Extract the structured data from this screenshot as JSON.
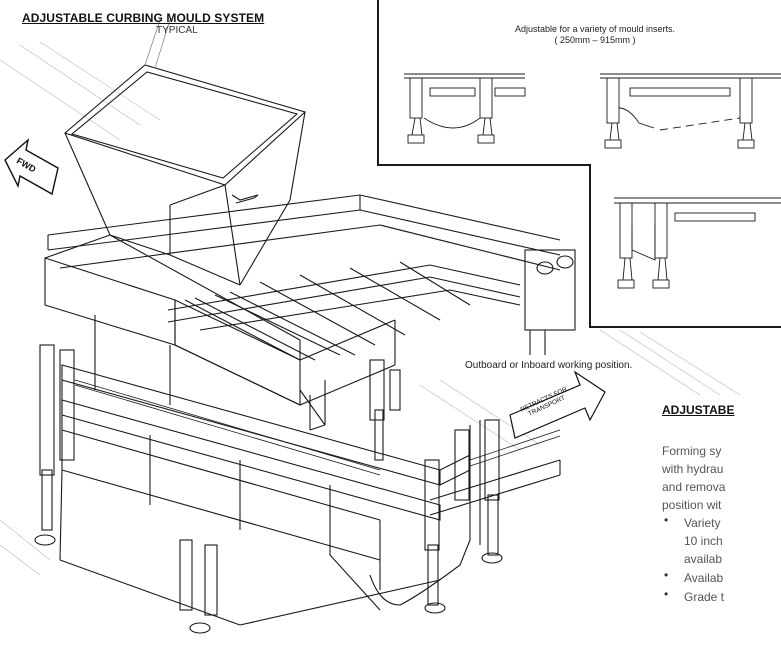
{
  "header": {
    "title": "ADJUSTABLE CURBING MOULD SYSTEM",
    "subtitle": "TYPICAL"
  },
  "labels": {
    "fwd": "FWD",
    "retracts_line1": "RETRACTS FOR",
    "retracts_line2": "TRANSPORT",
    "outboard": "Outboard or Inboard working position."
  },
  "inset": {
    "caption_line1": "Adjustable for a variety of mould inserts.",
    "caption_line2": "( 250mm – 915mm )"
  },
  "description": {
    "title": "ADJUSTABE",
    "lines": [
      "Forming sy",
      "with hydrau",
      "and remova",
      "position wit"
    ],
    "bullets": [
      {
        "lines": [
          "Variety",
          "10 inch",
          "availab"
        ]
      },
      {
        "lines": [
          "Availab"
        ]
      },
      {
        "lines": [
          "Grade t"
        ]
      }
    ]
  }
}
